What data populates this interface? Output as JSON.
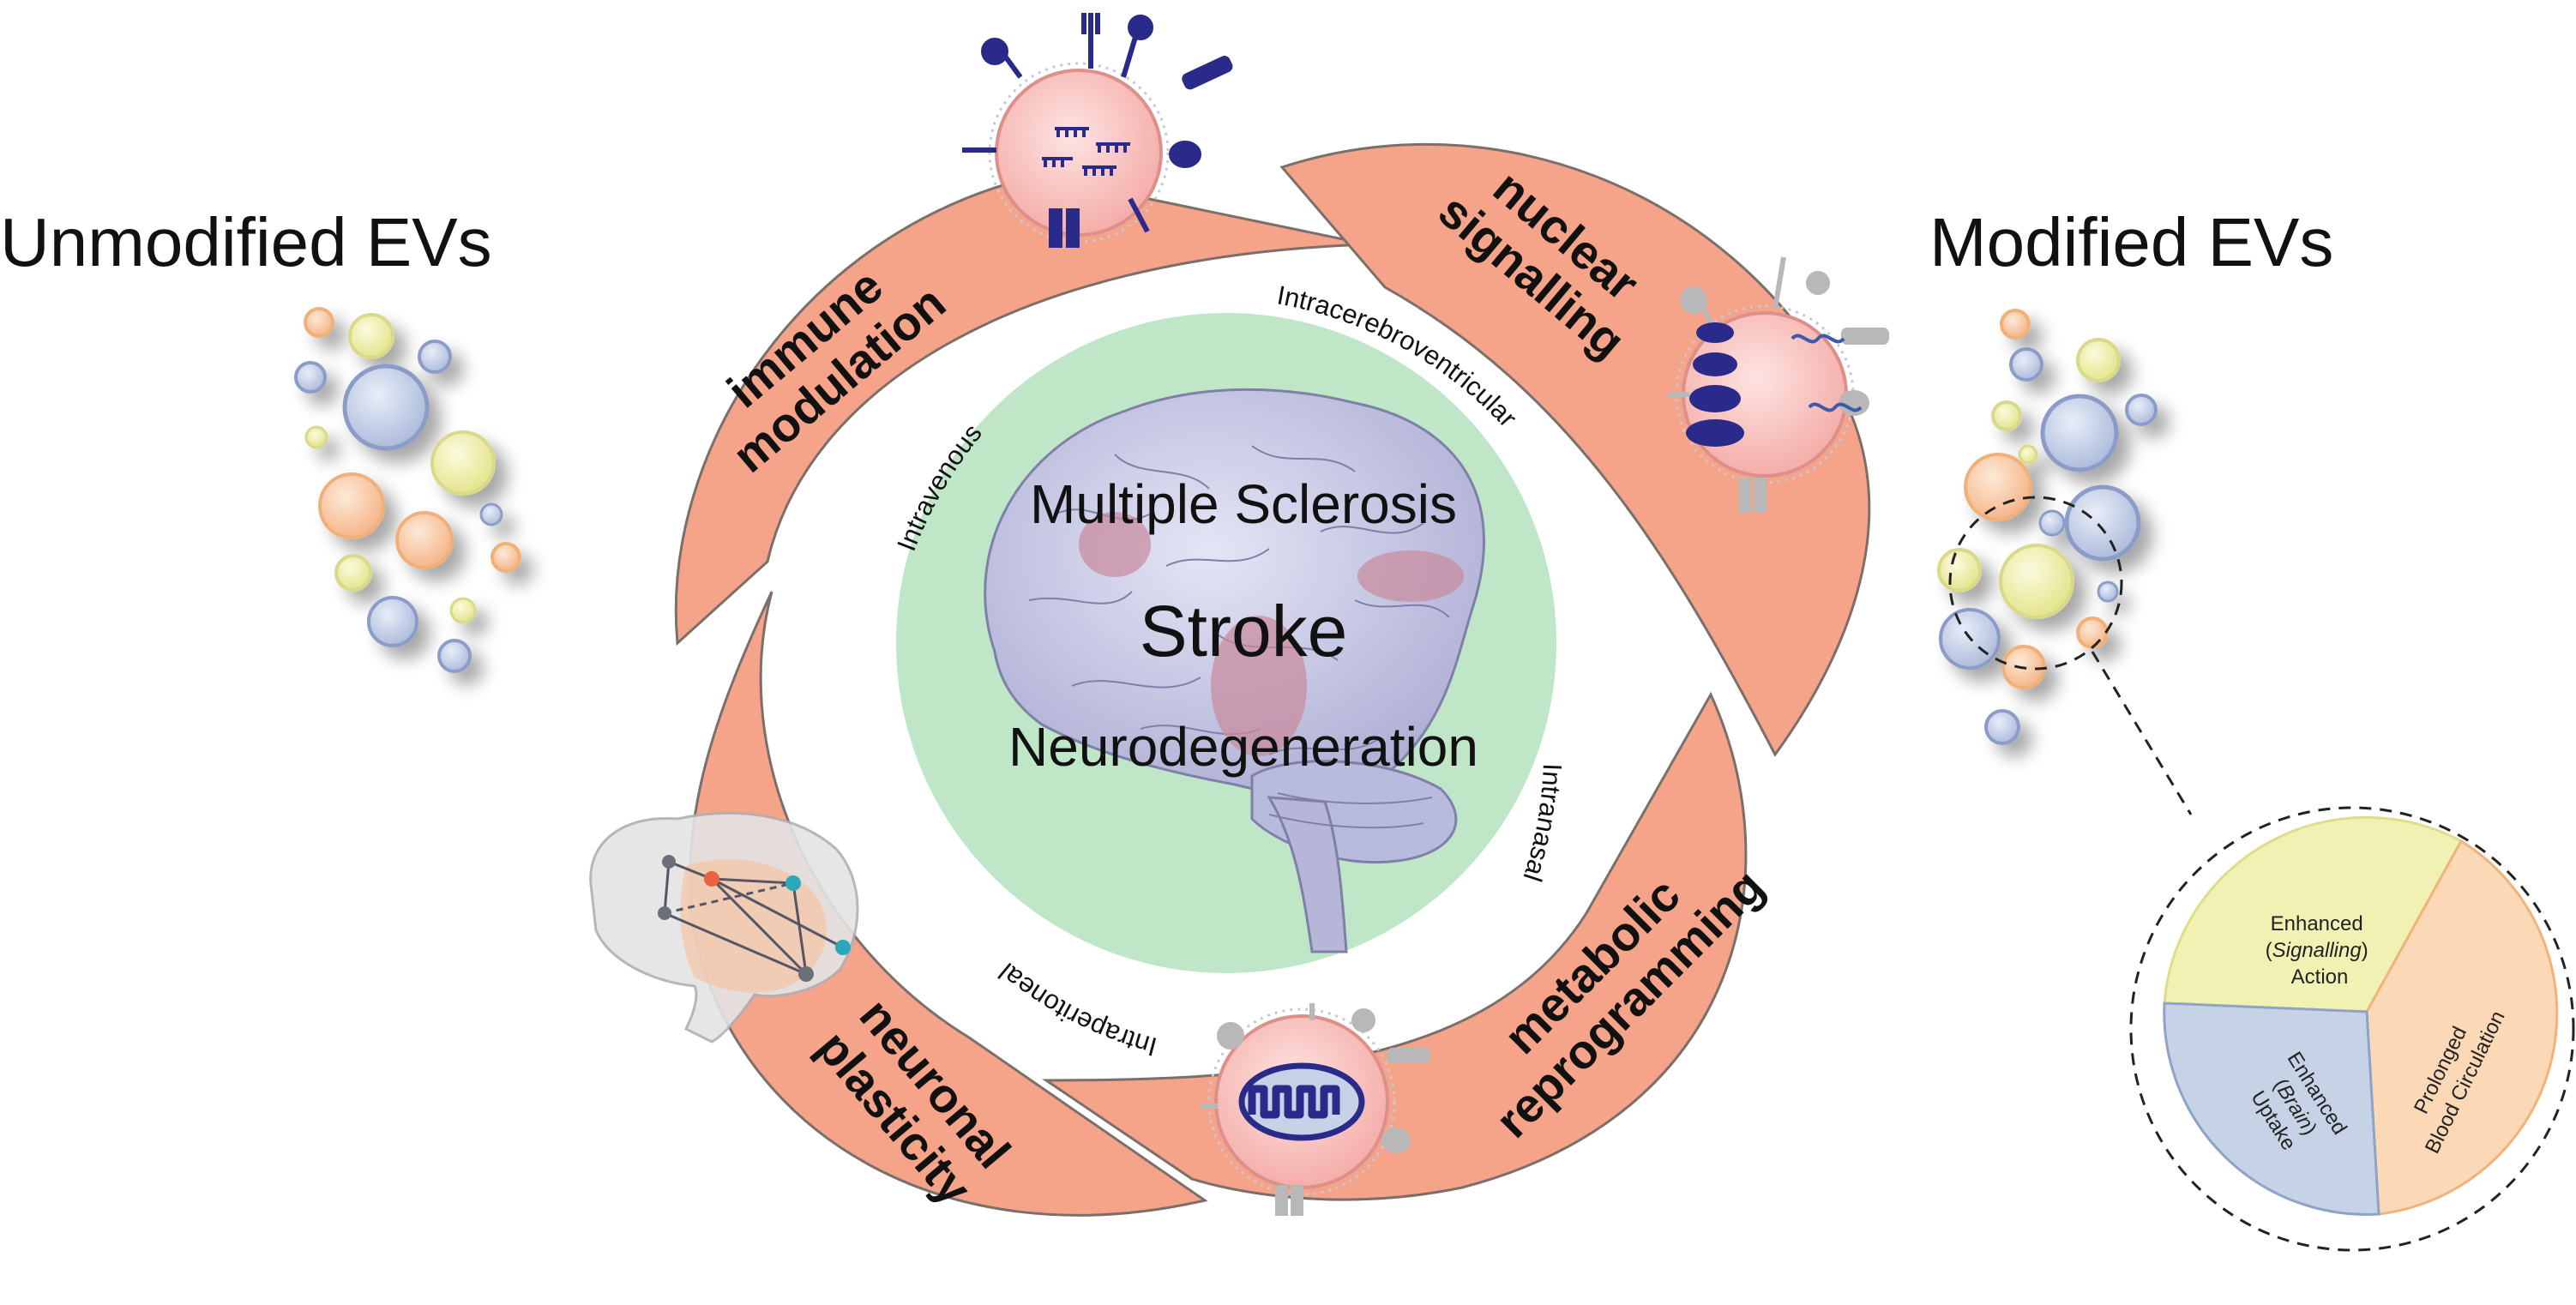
{
  "titles": {
    "left": "Unmodified EVs",
    "right": "Modified EVs"
  },
  "center": {
    "diseases": [
      "Multiple Sclerosis",
      "Stroke",
      "Neurodegeneration"
    ]
  },
  "routes": [
    "Intravenous",
    "Intracerebroventricular",
    "Intranasal",
    "Intraperitoneal"
  ],
  "mechanisms": [
    {
      "line1": "immune",
      "line2": "modulation"
    },
    {
      "line1": "nuclear",
      "line2": "signalling"
    },
    {
      "line1": "metabolic",
      "line2": "reprogramming"
    },
    {
      "line1": "neuronal",
      "line2": "plasticity"
    }
  ],
  "modification_pie": {
    "segments": [
      {
        "pre": "Enhanced",
        "italic": "Signalling",
        "post": "Action",
        "color": "#f2f1b4"
      },
      {
        "line1": "Prolonged",
        "line2": "Blood Circulation",
        "color": "#fbd9b7"
      },
      {
        "pre": "Enhanced",
        "italic": "Brain",
        "post": "Uptake",
        "color": "#c6d2e6"
      }
    ]
  },
  "colors": {
    "arrow": "#f5a48a",
    "center_circle": "#bfe6c7",
    "brain": "#c7c8e6",
    "lesion": "#c9899b",
    "vesicle_membrane": "#f7b7b5",
    "cargo": "#2a2a8a"
  }
}
